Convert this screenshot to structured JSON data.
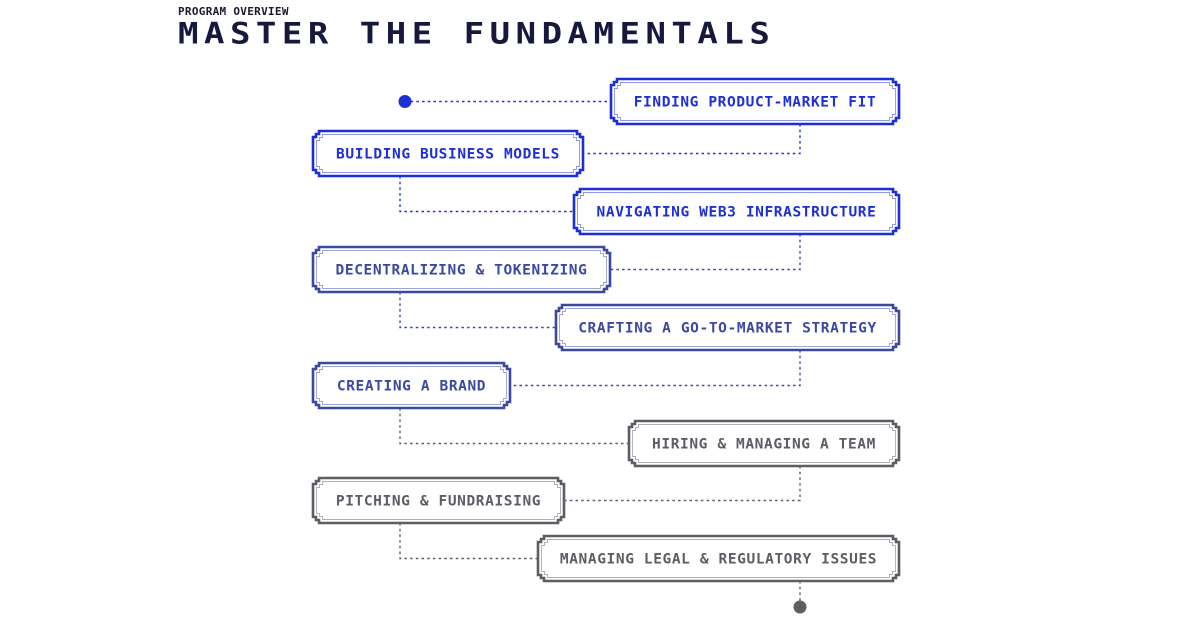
{
  "header": {
    "eyebrow": "PROGRAM OVERVIEW",
    "title": "MASTER THE FUNDAMENTALS"
  },
  "colors": {
    "title": "#16193d",
    "strong": "#1d2fd6",
    "medium": "#3b4aa0",
    "muted": "#5d5d66"
  },
  "steps": [
    {
      "label": "FINDING PRODUCT-MARKET FIT",
      "tone": "strong"
    },
    {
      "label": "BUILDING BUSINESS MODELS",
      "tone": "strong"
    },
    {
      "label": "NAVIGATING WEB3 INFRASTRUCTURE",
      "tone": "strong"
    },
    {
      "label": "DECENTRALIZING & TOKENIZING",
      "tone": "medium"
    },
    {
      "label": "CRAFTING A GO-TO-MARKET STRATEGY",
      "tone": "medium"
    },
    {
      "label": "CREATING A BRAND",
      "tone": "medium"
    },
    {
      "label": "HIRING & MANAGING A TEAM",
      "tone": "muted"
    },
    {
      "label": "PITCHING & FUNDRAISING",
      "tone": "muted"
    },
    {
      "label": "MANAGING LEGAL & REGULATORY ISSUES",
      "tone": "muted"
    }
  ]
}
